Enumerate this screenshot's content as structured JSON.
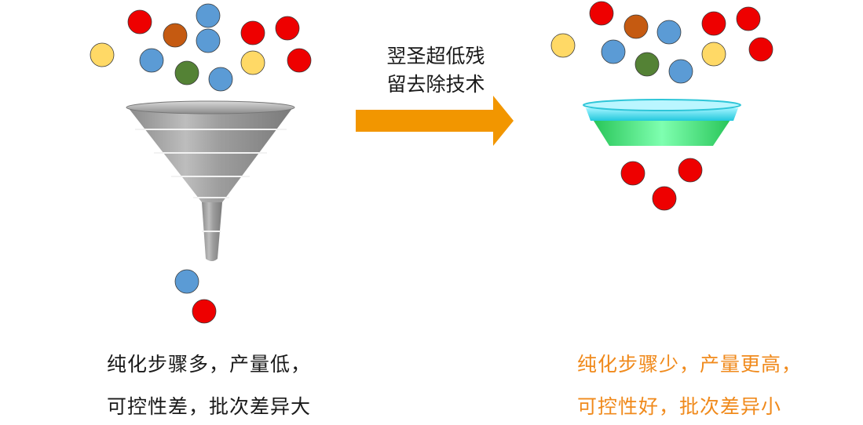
{
  "arrow": {
    "label_line1": "翌圣超低残",
    "label_line2": "留去除技术",
    "color": "#f29600"
  },
  "left": {
    "caption_line1": "纯化步骤多，产量低，",
    "caption_line2": "可控性差，批次差异大",
    "caption_color": "#1a1a1a"
  },
  "right": {
    "caption_line1": "纯化步骤少，产量更高，",
    "caption_line2": "可控性好，批次差异小",
    "caption_color": "#f08a1c"
  },
  "colors": {
    "red": "#ee0000",
    "blue": "#5b9bd5",
    "orange": "#c55a11",
    "yellow": "#ffd966",
    "green": "#548235",
    "gray_funnel": "#a6a6a6",
    "filter_top": "#33d6e6",
    "filter_body": "#3cd96b"
  }
}
